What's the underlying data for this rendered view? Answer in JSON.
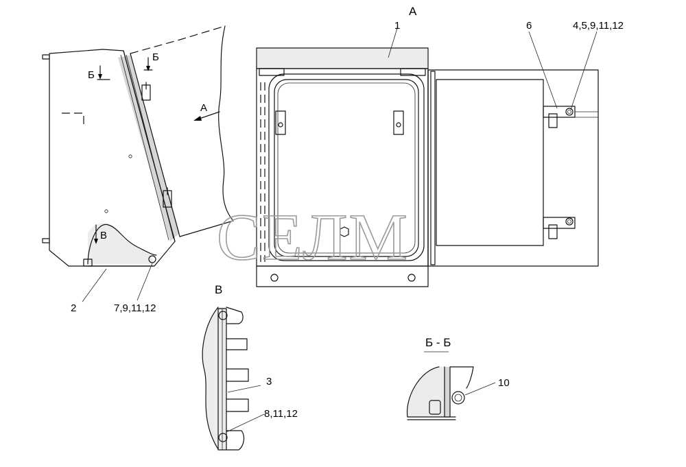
{
  "watermark": "СЕЛМ",
  "labels": {
    "view_a_top": "А",
    "pos_1": "1",
    "pos_6": "6",
    "pos_4_5_9_11_12": "4,5,9,11,12",
    "section_b_left": "Б",
    "section_b_right": "Б",
    "arrow_a": "А",
    "view_v_marker": "В",
    "pos_2": "2",
    "pos_7_9_11_12": "7,9,11,12",
    "view_v_title": "В",
    "pos_3": "3",
    "pos_8_11_12": "8,11,12",
    "section_bb_title": "Б - Б",
    "pos_10": "10"
  }
}
